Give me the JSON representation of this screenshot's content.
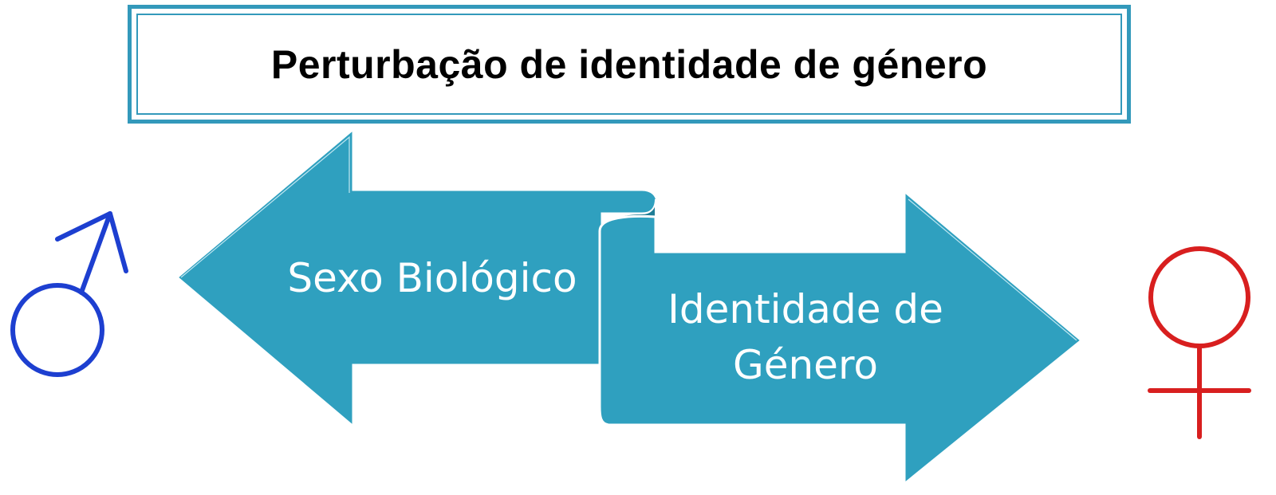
{
  "title": "Perturbação de identidade de género",
  "left_arrow": {
    "label": "Sexo Biológico"
  },
  "right_arrow": {
    "label_lines": [
      "Identidade de",
      "Género"
    ]
  },
  "colors": {
    "arrow_fill": "#2fa0bf",
    "arrow_fold": "#1f7d96",
    "frame": "#3399bb",
    "male_symbol": "#1d3fd0",
    "female_symbol": "#d81f1f"
  },
  "icons": {
    "left": "male-symbol-icon",
    "right": "female-symbol-icon"
  }
}
